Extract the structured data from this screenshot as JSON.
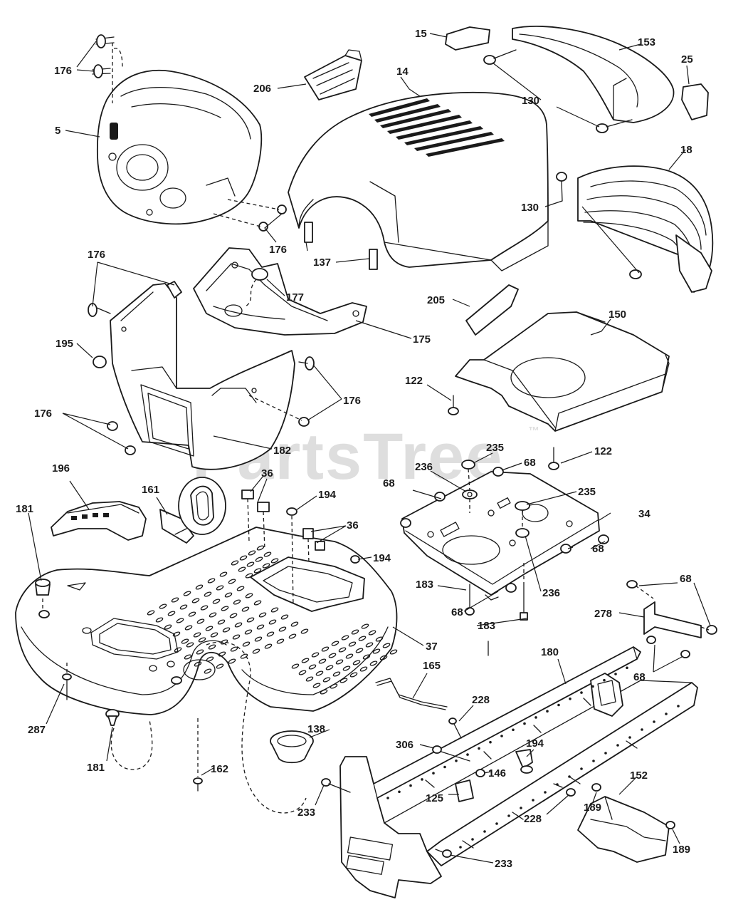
{
  "watermark": {
    "text": "PartsTree",
    "trademark": "™"
  },
  "callouts": [
    "176",
    "5",
    "206",
    "14",
    "15",
    "153",
    "25",
    "130",
    "18",
    "176",
    "137",
    "176",
    "177",
    "175",
    "195",
    "176",
    "176",
    "182",
    "130",
    "205",
    "150",
    "122",
    "122",
    "235",
    "68",
    "236",
    "68",
    "235",
    "34",
    "196",
    "181",
    "161",
    "36",
    "194",
    "36",
    "194",
    "183",
    "68",
    "236",
    "68",
    "68",
    "278",
    "183",
    "37",
    "165",
    "180",
    "68",
    "228",
    "306",
    "194",
    "146",
    "138",
    "287",
    "181",
    "162",
    "233",
    "125",
    "228",
    "152",
    "189",
    "189",
    "233"
  ]
}
